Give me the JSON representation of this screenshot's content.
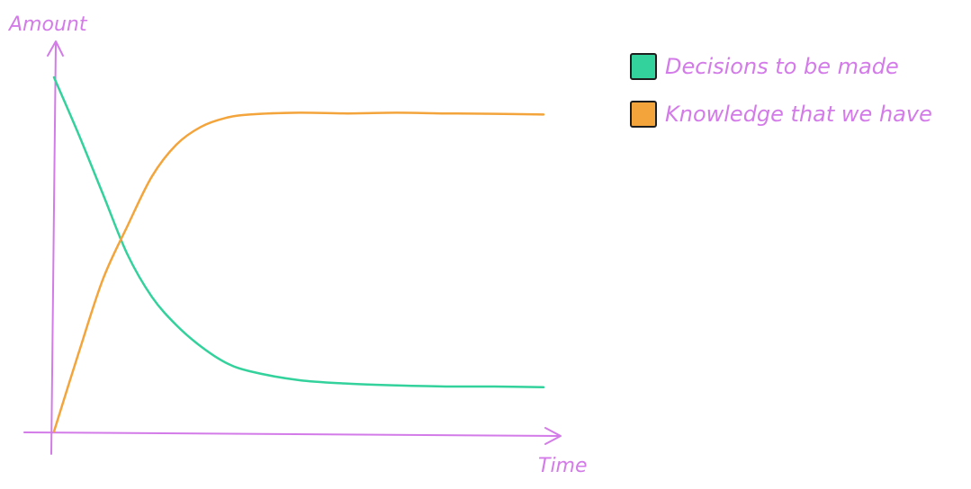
{
  "chart_data": {
    "type": "line",
    "title": "",
    "xlabel": "Time",
    "ylabel": "Amount",
    "legend_position": "top-right",
    "grid": false,
    "xlim": [
      0,
      10
    ],
    "ylim": [
      0,
      10
    ],
    "x": [
      0,
      0.5,
      1,
      1.5,
      2,
      2.5,
      3,
      3.5,
      4,
      5,
      6,
      7,
      8,
      9,
      10
    ],
    "series": [
      {
        "name": "Decisions to be made",
        "color": "#33d19b",
        "values": [
          10,
          8.4,
          6.7,
          5.0,
          3.8,
          3.0,
          2.4,
          1.95,
          1.7,
          1.45,
          1.35,
          1.3,
          1.27,
          1.27,
          1.25
        ]
      },
      {
        "name": "Knowledge that we have",
        "color": "#f3a43b",
        "values": [
          0,
          2.2,
          4.3,
          5.8,
          7.2,
          8.1,
          8.6,
          8.85,
          8.95,
          9.0,
          8.98,
          9.0,
          8.98,
          8.97,
          8.95
        ]
      }
    ]
  },
  "colors": {
    "axis": "#d37be8",
    "label": "#d37be8",
    "swatch_border": "#1e1e1e"
  }
}
